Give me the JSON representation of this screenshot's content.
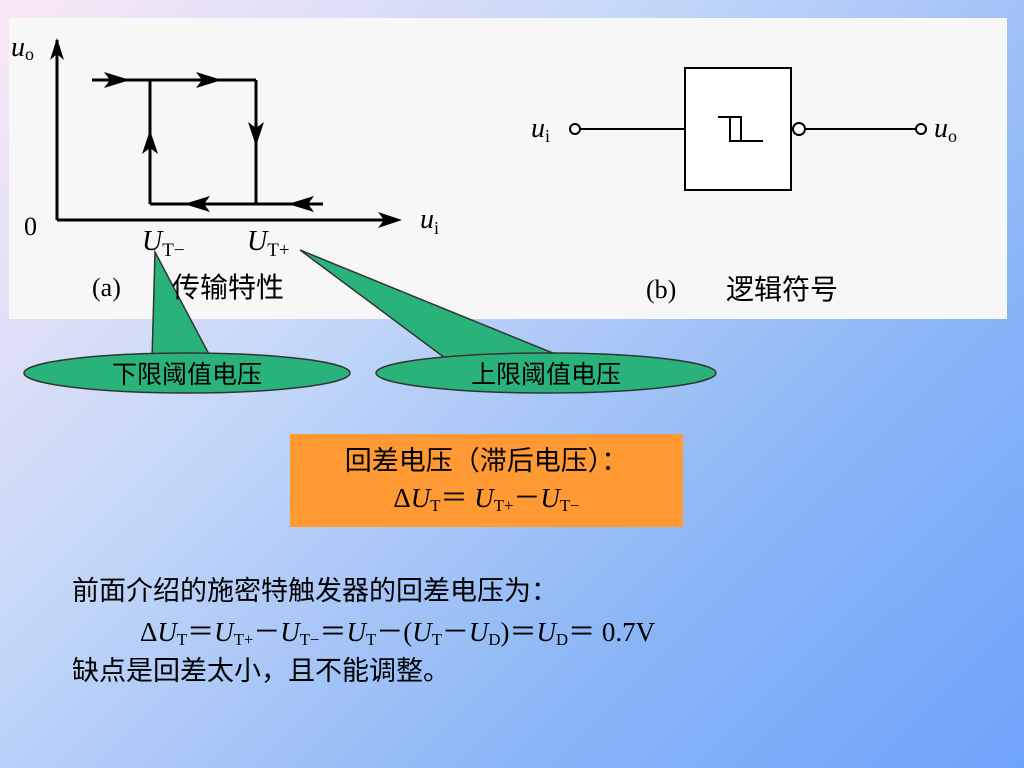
{
  "panel_a": {
    "y_axis_label": "u",
    "y_axis_sub": "o",
    "x_axis_label": "u",
    "x_axis_sub": "i",
    "origin": "0",
    "threshold_low_main": "U",
    "threshold_low_sub": "T−",
    "threshold_high_main": "U",
    "threshold_high_sub": "T+",
    "caption_tag": "(a)",
    "caption_text": "传输特性"
  },
  "panel_b": {
    "input_main": "u",
    "input_sub": "i",
    "output_main": "u",
    "output_sub": "o",
    "caption_tag": "(b)",
    "caption_text": "逻辑符号"
  },
  "callouts": {
    "lower": "下限阈值电压",
    "upper": "上限阈值电压"
  },
  "hysteresis_box": {
    "title": "回差电压（滞后电压）：",
    "delta": "Δ",
    "u": "U",
    "sub_t": "T",
    "sub_tplus": "T+",
    "sub_tminus": "T−",
    "eq": "＝",
    "minus": "－"
  },
  "notes": {
    "line1": "前面介绍的施密特触发器的回差电压为：",
    "eq_delta": "Δ",
    "eq_u": "U",
    "sub_t": "T",
    "sub_tplus": "T+",
    "sub_tminus": "T−",
    "sub_d": "D",
    "eq_sign": "＝",
    "minus": "－",
    "open_paren": "(",
    "close_paren": ")",
    "value": "0.7V",
    "line3": "缺点是回差太小，且不能调整。"
  },
  "colors": {
    "callout_fill": "#2ab27b",
    "box_fill": "#ff9933",
    "panel_bg": "#f7f7f7"
  }
}
